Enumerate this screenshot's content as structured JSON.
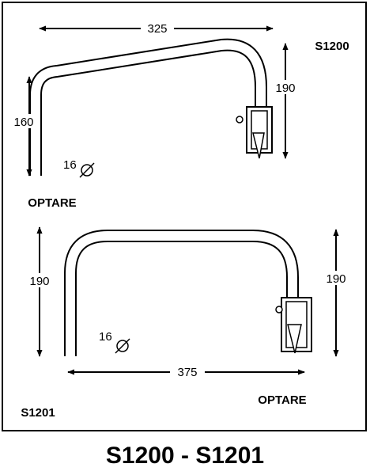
{
  "top_diagram": {
    "model": "S1200",
    "brand": "OPTARE",
    "width_dim": "325",
    "left_height_dim": "160",
    "right_height_dim": "190",
    "tube_dia": "16"
  },
  "bottom_diagram": {
    "model": "S1201",
    "brand": "OPTARE",
    "width_dim": "375",
    "left_height_dim": "190",
    "right_height_dim": "190",
    "tube_dia": "16"
  },
  "footer": {
    "title": "S1200 - S1201"
  },
  "colors": {
    "ink": "#000000",
    "paper": "#ffffff"
  }
}
